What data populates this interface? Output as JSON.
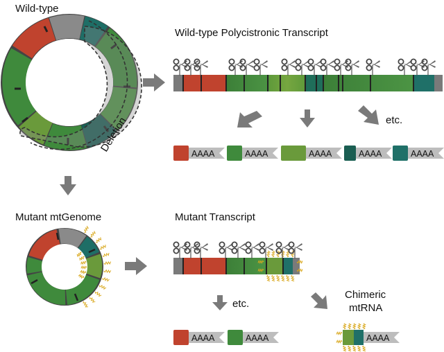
{
  "labels": {
    "wildtype": "Wild-type",
    "wildtype_transcript": "Wild-type Polycistronic Transcript",
    "deletion": "Deletion",
    "mutant_genome": "Mutant mtGenome",
    "mutant_transcript": "Mutant Transcript",
    "etc_top": "etc.",
    "etc_bottom": "etc.",
    "chimeric_line1": "Chimeric",
    "chimeric_line2": "mtRNA",
    "polya": "AAAA"
  },
  "colors": {
    "red": "#c0432e",
    "green": "#3f8a3c",
    "olive": "#6a9a3b",
    "teal_dark": "#1a5e52",
    "teal": "#1f7068",
    "gray": "#777777",
    "arrow": "#7a7a7a",
    "squiggle": "#d9a81e"
  },
  "wildtype_products": [
    "red",
    "green",
    "olive",
    "teal_dark",
    "teal"
  ],
  "mutant_products": [
    "red",
    "green"
  ]
}
